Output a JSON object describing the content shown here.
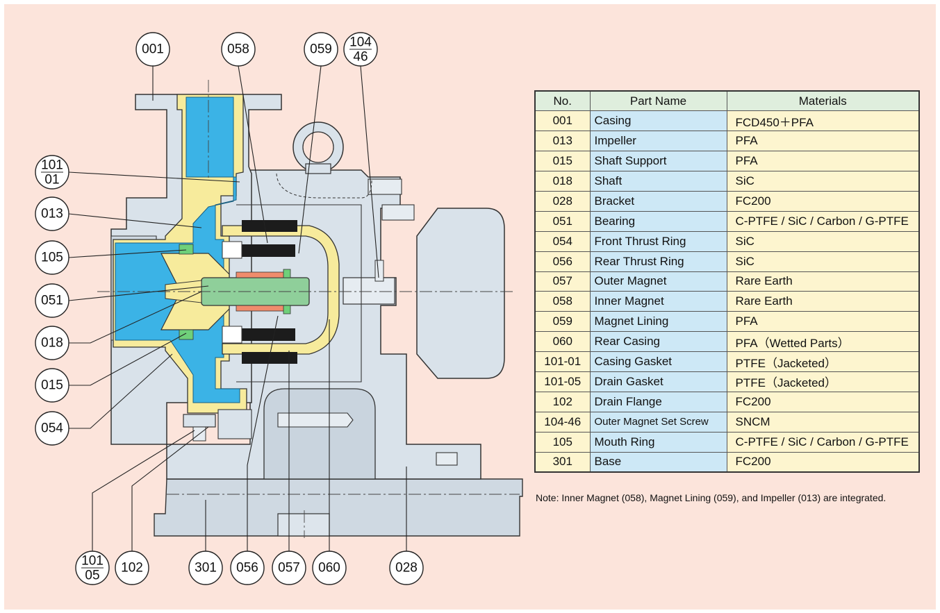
{
  "table": {
    "headers": {
      "no": "No.",
      "name": "Part Name",
      "material": "Materials"
    },
    "rows": [
      {
        "no": "001",
        "name": "Casing",
        "material": "FCD450＋PFA"
      },
      {
        "no": "013",
        "name": "Impeller",
        "material": "PFA"
      },
      {
        "no": "015",
        "name": "Shaft Support",
        "material": "PFA"
      },
      {
        "no": "018",
        "name": "Shaft",
        "material": "SiC"
      },
      {
        "no": "028",
        "name": "Bracket",
        "material": "FC200"
      },
      {
        "no": "051",
        "name": "Bearing",
        "material": "C-PTFE / SiC / Carbon / G-PTFE"
      },
      {
        "no": "054",
        "name": "Front Thrust Ring",
        "material": "SiC"
      },
      {
        "no": "056",
        "name": "Rear Thrust Ring",
        "material": "SiC"
      },
      {
        "no": "057",
        "name": "Outer Magnet",
        "material": "Rare Earth"
      },
      {
        "no": "058",
        "name": "Inner Magnet",
        "material": "Rare Earth"
      },
      {
        "no": "059",
        "name": "Magnet Lining",
        "material": "PFA"
      },
      {
        "no": "060",
        "name": "Rear Casing",
        "material": "PFA（Wetted Parts）"
      },
      {
        "no": "101-01",
        "name": "Casing Gasket",
        "material": "PTFE（Jacketed）"
      },
      {
        "no": "101-05",
        "name": "Drain Gasket",
        "material": "PTFE（Jacketed）"
      },
      {
        "no": "102",
        "name": "Drain Flange",
        "material": "FC200"
      },
      {
        "no": "104-46",
        "name": "Outer Magnet Set Screw",
        "material": "SNCM"
      },
      {
        "no": "105",
        "name": "Mouth Ring",
        "material": "C-PTFE / SiC / Carbon / G-PTFE"
      },
      {
        "no": "301",
        "name": "Base",
        "material": "FC200"
      }
    ]
  },
  "note": "Note: Inner Magnet (058), Magnet Lining (059), and Impeller (013) are integrated.",
  "callouts": {
    "c001": "001",
    "c058": "058",
    "c059": "059",
    "c104_top": "104",
    "c104_bottom": "46",
    "c101_01_top": "101",
    "c101_01_bottom": "01",
    "c013": "013",
    "c105": "105",
    "c051": "051",
    "c018": "018",
    "c015": "015",
    "c054": "054",
    "c101_05_top": "101",
    "c101_05_bottom": "05",
    "c102": "102",
    "c301": "301",
    "c056": "056",
    "c057": "057",
    "c060": "060",
    "c028": "028"
  },
  "colors": {
    "background": "#fce4db",
    "fluid": "#3bb3e6",
    "lining": "#f7eb9c",
    "metal": "#d9e2ea",
    "shaft": "#8fcf9a",
    "magnet": "#1c1c1c",
    "table_header": "#dfeedd",
    "table_no": "#fdf5cf",
    "table_name": "#cde8f6",
    "table_material": "#fdf5cf"
  }
}
